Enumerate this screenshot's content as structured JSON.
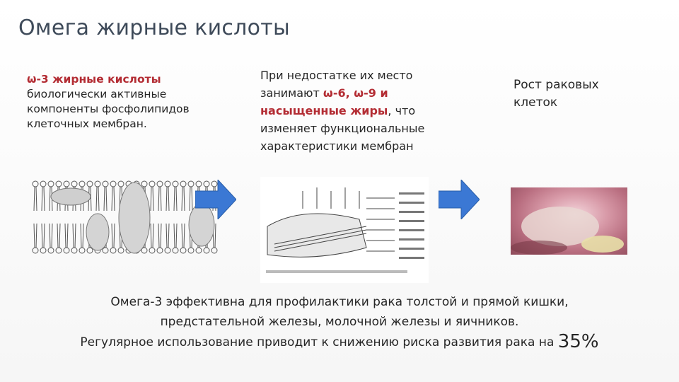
{
  "title": "Омега жирные кислоты",
  "left": {
    "highlight": "ω-3 жирные кислоты",
    "text": "биологически активные компоненты фосфолипидов клеточных мембран."
  },
  "middle": {
    "part1": "При недостатке их место занимают ",
    "highlight1": "ω-6, ω-9 и насыщенные жиры",
    "part2": ", что изменяет функциональные характеристики мембран"
  },
  "right": {
    "text": "Рост раковых клеток"
  },
  "bottom": {
    "line1": "Омега-3 эффективна для профилактики рака толстой и прямой кишки,",
    "line2": "предстательной железы, молочной железы и яичников.",
    "line3": "Регулярное использование приводит к снижению риска развития рака на",
    "percent": "35%"
  },
  "colors": {
    "title": "#3e4a59",
    "highlight": "#b32c33",
    "arrow": "#3b78d4"
  }
}
